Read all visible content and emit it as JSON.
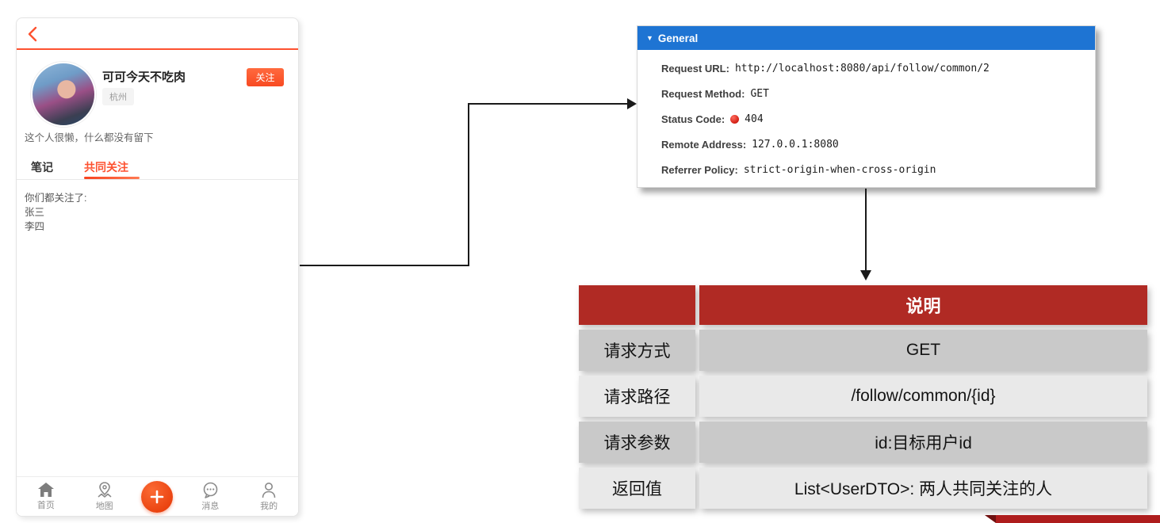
{
  "phone": {
    "profile": {
      "name": "可可今天不吃肉",
      "location_tag": "杭州",
      "follow_button": "关注",
      "bio": "这个人很懒，什么都没有留下"
    },
    "tabs": [
      {
        "label": "笔记",
        "active": false
      },
      {
        "label": "共同关注",
        "active": true
      }
    ],
    "common_follow": {
      "heading": "你们都关注了:",
      "items": [
        "张三",
        "李四"
      ]
    },
    "nav": {
      "home": "首页",
      "map": "地图",
      "messages": "消息",
      "mine": "我的"
    }
  },
  "devtools": {
    "section_title": "General",
    "rows": [
      {
        "label": "Request URL:",
        "value": "http://localhost:8080/api/follow/common/2"
      },
      {
        "label": "Request Method:",
        "value": "GET"
      },
      {
        "label": "Status Code:",
        "value": "404"
      },
      {
        "label": "Remote Address:",
        "value": "127.0.0.1:8080"
      },
      {
        "label": "Referrer Policy:",
        "value": "strict-origin-when-cross-origin"
      }
    ]
  },
  "spec_table": {
    "header": [
      "",
      "说明"
    ],
    "rows": [
      [
        "请求方式",
        "GET"
      ],
      [
        "请求路径",
        "/follow/common/{id}"
      ],
      [
        "请求参数",
        "id:目标用户id"
      ],
      [
        "返回值",
        "List<UserDTO>: 两人共同关注的人"
      ]
    ]
  },
  "icons": [
    "back-icon",
    "home-icon",
    "map-pin-icon",
    "plus-icon",
    "chat-icon",
    "person-icon",
    "caret-down-icon",
    "status-dot-red"
  ],
  "colors": {
    "accent_orange": "#fd5230",
    "devtools_blue": "#1e74d3",
    "table_header_red": "#b02a24",
    "row_gray_dark": "#c9c9c9",
    "row_gray_light": "#e9e9e9",
    "status_red": "#d21f14"
  }
}
